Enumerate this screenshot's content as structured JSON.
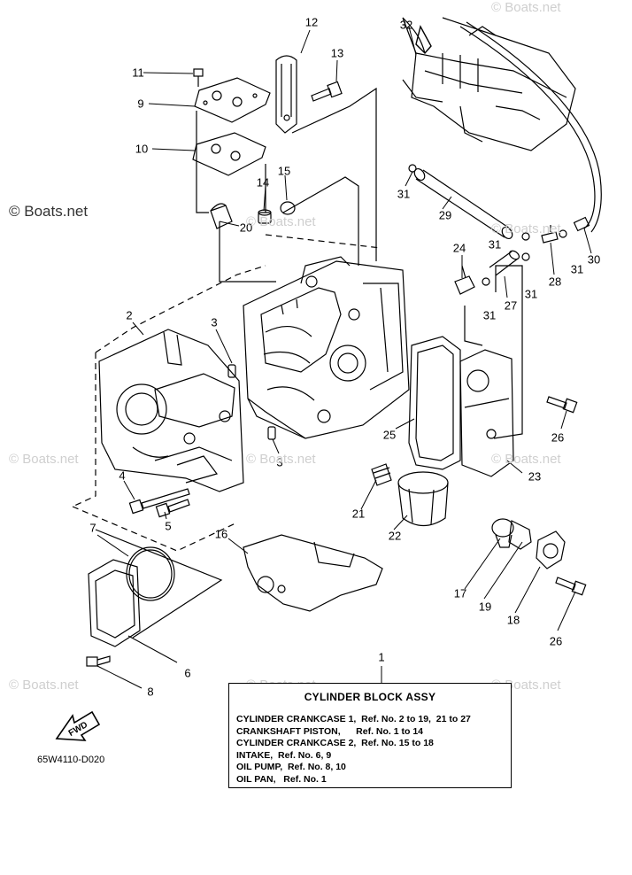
{
  "watermarks": {
    "main": "© Boats.net",
    "faint": "© Boats.net"
  },
  "callouts": [
    "1",
    "2",
    "3",
    "3",
    "4",
    "5",
    "6",
    "7",
    "8",
    "9",
    "10",
    "11",
    "12",
    "13",
    "14",
    "15",
    "16",
    "17",
    "18",
    "19",
    "20",
    "21",
    "22",
    "23",
    "24",
    "25",
    "26",
    "26",
    "27",
    "28",
    "29",
    "30",
    "31",
    "31",
    "31",
    "31",
    "31",
    "32"
  ],
  "legend": {
    "title": "CYLINDER BLOCK ASSY",
    "lines": [
      "CYLINDER CRANKCASE 1,  Ref. No. 2 to 19,  21 to 27",
      "CRANKSHAFT PISTON,      Ref. No. 1 to 14",
      "CYLINDER CRANKCASE 2,  Ref. No. 15 to 18",
      "INTAKE,  Ref. No. 6, 9",
      "OIL PUMP,  Ref. No. 8, 10",
      "OIL PAN,   Ref. No. 1"
    ]
  },
  "fwd_label": "FWD",
  "drawing_code": "65W4110-D020"
}
